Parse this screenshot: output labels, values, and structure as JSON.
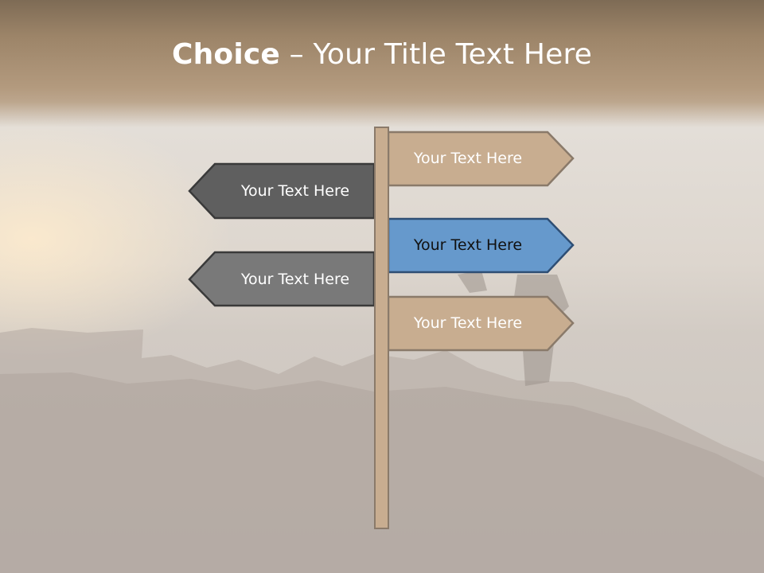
{
  "slide": {
    "title_bold": "Choice",
    "title_rest": " – Your Title Text Here"
  },
  "signs": {
    "right_top": {
      "label": "Your Text Here",
      "color": "#c8ad90"
    },
    "left_top": {
      "label": "Your Text Here",
      "color": "#5f5f5f"
    },
    "right_mid": {
      "label": "Your Text Here",
      "color": "#6699cc"
    },
    "left_bottom": {
      "label": "Your Text Here",
      "color": "#797979"
    },
    "right_bottom": {
      "label": "Your Text Here",
      "color": "#c8ad90"
    },
    "post_color": "#c8ad90"
  }
}
